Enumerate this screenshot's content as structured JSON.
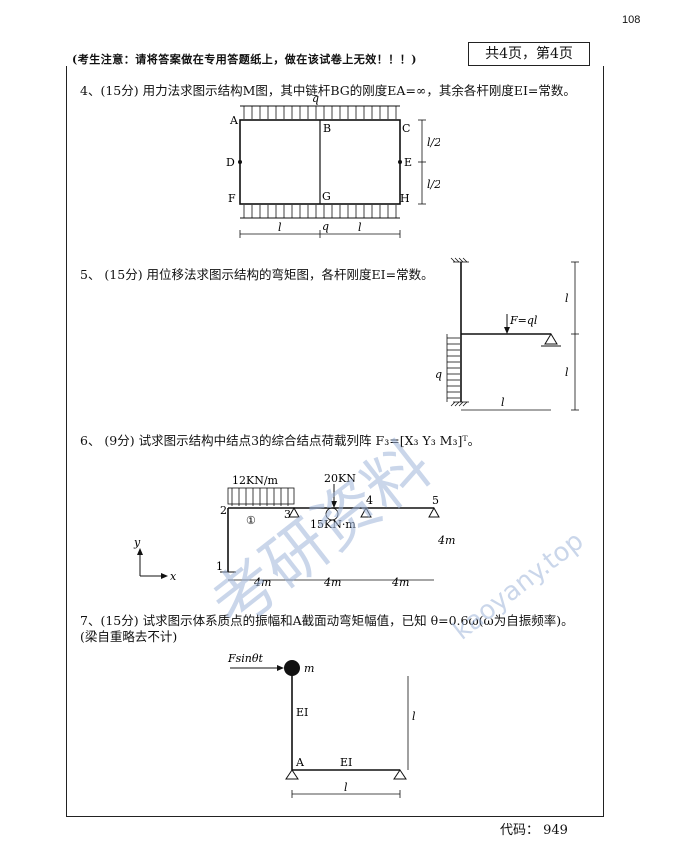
{
  "header": {
    "page_number": "108",
    "notice": "(考生注意：请将答案做在专用答题纸上，做在该试卷上无效！！！)",
    "page_box": "共4页，第4页"
  },
  "questions": [
    {
      "id": "q4",
      "text": "4、(15分) 用力法求图示结构M图，其中链杆BG的刚度EA=∞，其余各杆刚度EI=常数。"
    },
    {
      "id": "q5",
      "text": "5、 (15分) 用位移法求图示结构的弯矩图，各杆刚度EI=常数。"
    },
    {
      "id": "q6",
      "text": "6、 (9分) 试求图示结构中结点3的综合结点荷载列阵 F₃=[X₃   Y₃   M₃]ᵀ。"
    },
    {
      "id": "q7",
      "text": "7、(15分) 试求图示体系质点的振幅和A截面动弯矩幅值，已知 θ=0.6ω(ω为自振频率)。"
    },
    {
      "id": "q7b",
      "text": "(梁自重略去不计)"
    }
  ],
  "fig4": {
    "load": "q",
    "load_bottom": "q",
    "nodes": [
      "A",
      "B",
      "C",
      "D",
      "E",
      "F",
      "G",
      "H"
    ],
    "half_height": "l/2",
    "span": "l"
  },
  "fig5": {
    "force": "F=ql",
    "load": "q",
    "length": "l"
  },
  "fig6": {
    "dist_load": "12KN/m",
    "point_load": "20KN",
    "moment": "15KN·m",
    "nodes": [
      "1",
      "2",
      "3",
      "4",
      "5"
    ],
    "elem": "①",
    "dims": [
      "4m",
      "4m",
      "4m",
      "4m"
    ],
    "axis_x": "x",
    "axis_y": "y"
  },
  "fig7": {
    "force": "Fsinθt",
    "mass": "m",
    "stiffness": "EI",
    "point": "A",
    "length": "l"
  },
  "watermark": {
    "cn": "考研资料",
    "url": "kaoyany.top"
  },
  "footer": {
    "code": "代码：  949"
  }
}
